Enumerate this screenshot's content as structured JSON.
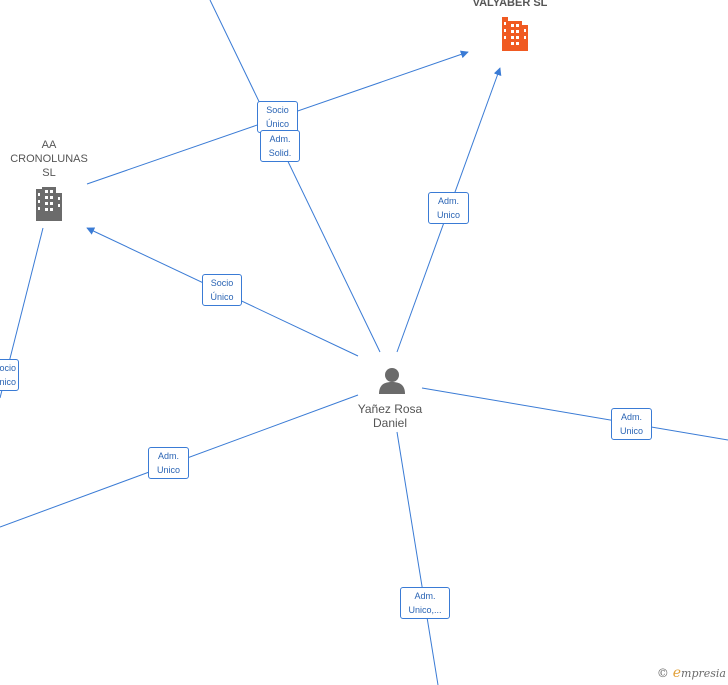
{
  "nodes": {
    "valyaber": {
      "name": "VALYABER SL",
      "kind": "company",
      "color": "#f05a22"
    },
    "cronolunas": {
      "name": [
        "AA",
        "CRONOLUNAS",
        "SL"
      ],
      "kind": "company",
      "color": "#6b6b6b"
    },
    "person": {
      "name": [
        "Yañez Rosa",
        "Daniel"
      ],
      "kind": "person",
      "color": "#6b6b6b"
    }
  },
  "edges": [
    {
      "id": "e1",
      "label": [
        "Socio",
        "Único"
      ]
    },
    {
      "id": "e2",
      "label": [
        "Adm.",
        "Solid."
      ]
    },
    {
      "id": "e3",
      "label": [
        "Adm.",
        "Unico"
      ]
    },
    {
      "id": "e4",
      "label": [
        "Socio",
        "Único"
      ]
    },
    {
      "id": "e5",
      "label": [
        "ocio",
        "nico"
      ]
    },
    {
      "id": "e6",
      "label": [
        "Adm.",
        "Unico"
      ]
    },
    {
      "id": "e7",
      "label": [
        "Adm.",
        "Unico"
      ]
    },
    {
      "id": "e8",
      "label": [
        "Adm.",
        "Unico,..."
      ]
    }
  ],
  "colors": {
    "edge": "#3a7bd5",
    "edge_text": "#2a64b4"
  },
  "watermark": {
    "symbol": "©",
    "brand_initial": "e",
    "brand_rest": "mpresia"
  }
}
